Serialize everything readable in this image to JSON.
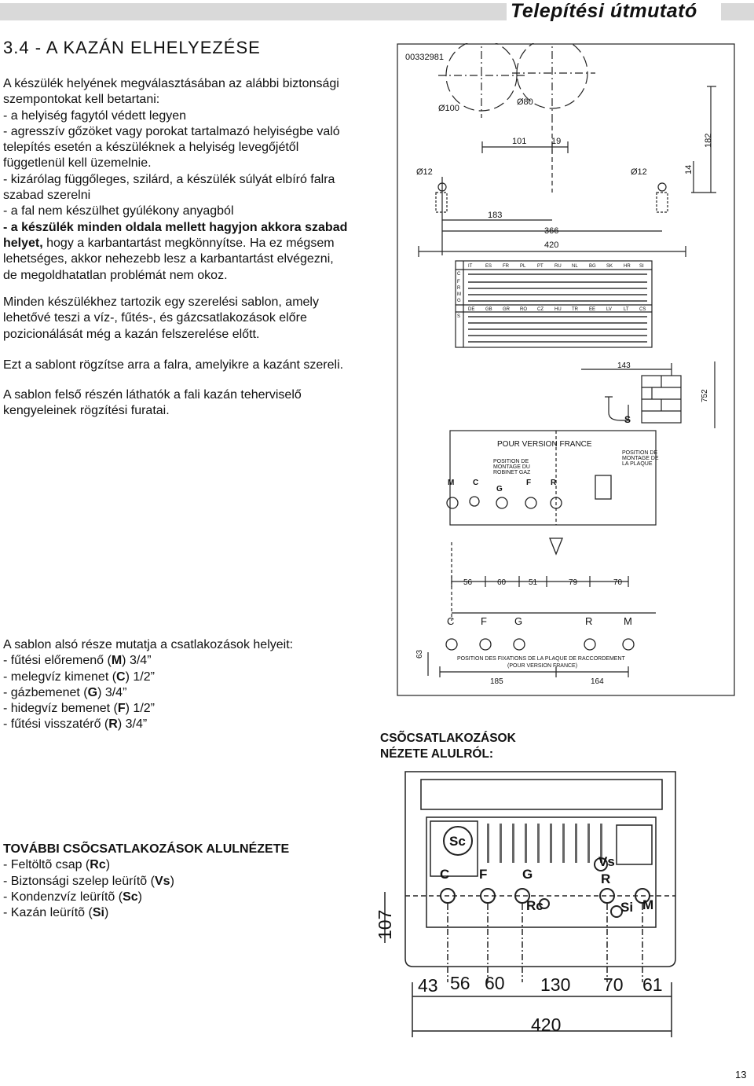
{
  "header": {
    "title": "Telepítési útmutató"
  },
  "section": {
    "title": "3.4 - A KAZÁN ELHELYEZÉSE"
  },
  "intro": {
    "l1": "A készülék helyének megválasztásában az alábbi biztonsági",
    "l2": "szempontokat kell betartani:",
    "l3": "- a helyiség fagytól védett legyen",
    "l4": "- agresszív gőzöket vagy porokat tartalmazó helyiségbe való",
    "l5": "telepítés esetén a készüléknek a helyiség levegőjétől",
    "l6": "függetlenül kell üzemelnie.",
    "l7": "- kizárólag függőleges, szilárd, a készülék súlyát elbíró falra",
    "l8": "szabad szerelni",
    "l9": "- a fal nem készülhet gyúlékony anyagból",
    "l10": "- a készülék minden oldala mellett hagyjon akkora szabad",
    "l11a": "helyet,",
    "l11b": " hogy a karbantartást megkönnyítse.",
    "l11c": " Ha ez mégsem",
    "l12": "lehetséges, akkor nehezebb lesz a karbantartást elvégezni,",
    "l13": "de megoldhatatlan problémát nem okoz."
  },
  "template": {
    "l1": "Minden készülékhez tartozik egy szerelési sablon, amely",
    "l2": "lehetővé teszi a víz-, fűtés-, és gázcsatlakozások előre",
    "l3": "pozicionálását még a kazán felszerelése előtt."
  },
  "fix": "Ezt a sablont rögzítse arra a falra, amelyikre a kazánt szereli.",
  "upper": {
    "l1": "A sablon felső részén láthatók a fali kazán teherviselő",
    "l2": "kengyeleinek rögzítési furatai."
  },
  "lower": {
    "title": "A sablon alsó része mutatja a csatlakozások helyeit:",
    "items": [
      {
        "pre": "- fűtési előremenő (",
        "code": "M",
        "post": ") 3/4”"
      },
      {
        "pre": "- melegvíz kimenet (",
        "code": "C",
        "post": ") 1/2”"
      },
      {
        "pre": "- gázbemenet (",
        "code": "G",
        "post": ") 3/4”"
      },
      {
        "pre": "- hidegvíz bemenet (",
        "code": "F",
        "post": ") 1/2”"
      },
      {
        "pre": "- fűtési visszatérő (",
        "code": "R",
        "post": ") 3/4”"
      }
    ]
  },
  "extra": {
    "title": "TOVÁBBI CSÕCSATLAKOZÁSOK ALULNÉZETE",
    "items": [
      {
        "pre": "- Feltöltõ csap (",
        "code": "Rc",
        "post": ")"
      },
      {
        "pre": "- Biztonsági szelep leürítõ (",
        "code": "Vs",
        "post": ")"
      },
      {
        "pre": "- Kondenzvíz leürítõ (",
        "code": "Sc",
        "post": ")"
      },
      {
        "pre": "- Kazán leürítõ  (",
        "code": "Si",
        "post": ")"
      }
    ]
  },
  "bottom_caption": {
    "l1": "CSÕCSATLAKOZÁSOK",
    "l2": "NÉZETE ALULRÓL:"
  },
  "diagram": {
    "code": "00332981",
    "d100": "Ø100",
    "d80": "Ø80",
    "d12a": "Ø12",
    "d12b": "Ø12",
    "dim101": "101",
    "dim19": "19",
    "dim182": "182",
    "dim14": "14",
    "dim183": "183",
    "dim366": "366",
    "dim420": "420",
    "dim143": "143",
    "dim752": "752",
    "label_s": "S",
    "france": "POUR VERSION FRANCE",
    "pos_gaz_1": "POSITION DE",
    "pos_gaz_2": "MONTAGE DU",
    "pos_gaz_3": "ROBINET GAZ",
    "pos_plaque_1": "POSITION DE",
    "pos_plaque_2": "MONTAGE DE",
    "pos_plaque_3": "LA PLAQUE",
    "in_m": "M",
    "in_c": "C",
    "in_g": "G",
    "in_f": "F",
    "in_r": "R",
    "b56": "56",
    "b60": "60",
    "b51": "51",
    "b79": "79",
    "b70": "70",
    "lc": "C",
    "lf": "F",
    "lg": "G",
    "lr": "R",
    "lm": "M",
    "dim63": "63",
    "fix_1": "POSITION DES FIXATIONS DE LA PLAQUE DE RACCORDEMENT",
    "fix_2": "(POUR VERSION FRANCE)",
    "dim185": "185",
    "dim164": "164",
    "table_header": [
      "IT",
      "ES",
      "FR",
      "PL",
      "PT",
      "RU",
      "NL",
      "BG",
      "SK",
      "HR",
      "SI"
    ],
    "table_header2": [
      "DE",
      "GB",
      "GR",
      "RO",
      "CZ",
      "HU",
      "TR",
      "EE",
      "LV",
      "LT",
      "CS"
    ],
    "row_letters": [
      "C",
      "F",
      "R",
      "M",
      "G",
      "S"
    ]
  },
  "boiler": {
    "sc": "Sc",
    "c": "C",
    "f": "F",
    "g": "G",
    "vs": "Vs",
    "r": "R",
    "rc": "Rc",
    "si": "Si",
    "m": "M",
    "d107": "107",
    "d43": "43",
    "d56": "56",
    "d60": "60",
    "d130": "130",
    "d70": "70",
    "d61": "61",
    "d420": "420"
  },
  "page_number": "13"
}
